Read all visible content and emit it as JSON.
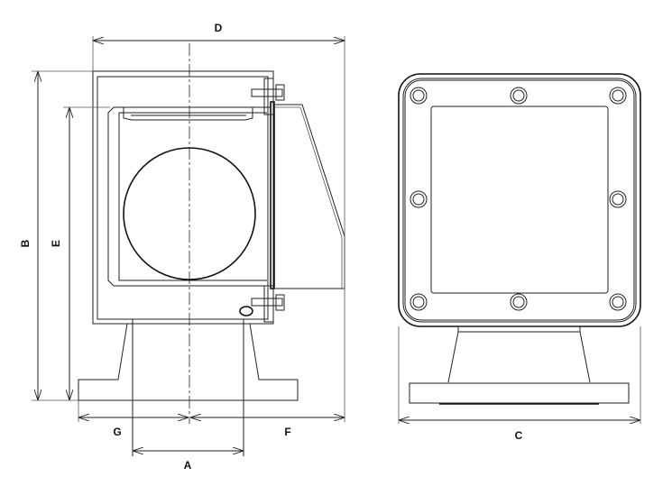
{
  "drawing": {
    "dimension_labels": {
      "A": "A",
      "B": "B",
      "C": "C",
      "D": "D",
      "E": "E",
      "F": "F",
      "G": "G"
    },
    "line_color": "#222222"
  }
}
